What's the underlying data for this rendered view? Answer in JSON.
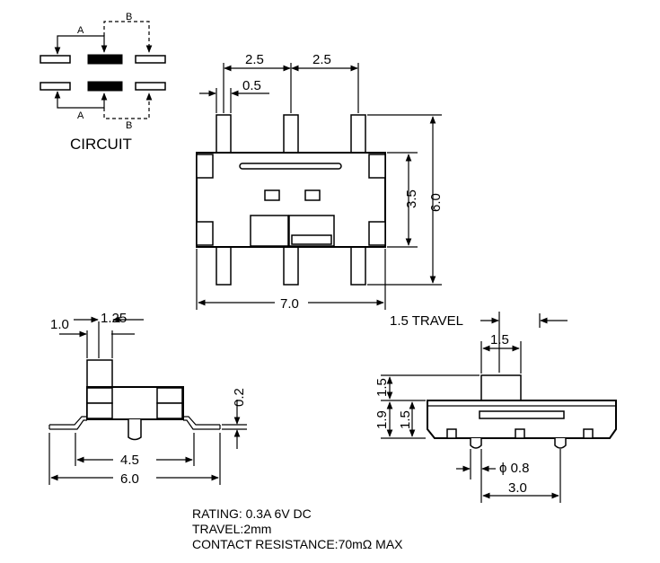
{
  "circuit": {
    "title": "CIRCUIT",
    "label_a_top": "A",
    "label_b_top": "B",
    "label_a_bottom": "A",
    "label_b_bottom": "B"
  },
  "top_view": {
    "dim_pitch_left": "2.5",
    "dim_pitch_right": "2.5",
    "dim_pin_width": "0.5",
    "dim_body_height": "3.5",
    "dim_overall_height": "6.0",
    "dim_body_length": "7.0"
  },
  "side_view": {
    "dim_pin_a": "1.0",
    "dim_pin_b": "1.25",
    "dim_thickness": "0.2",
    "dim_inner_width": "4.5",
    "dim_overall_width": "6.0"
  },
  "front_view": {
    "travel_label": "1.5 TRAVEL",
    "dim_actuator_width": "1.5",
    "dim_actuator_height": "1.5",
    "dim_body_1": "1.5",
    "dim_total": "1.9",
    "dim_hole": "ϕ 0.8",
    "dim_post_spacing": "3.0"
  },
  "specs": {
    "rating": "RATING: 0.3A 6V DC",
    "travel": "TRAVEL:2mm",
    "contact_resistance": "CONTACT RESISTANCE:70mΩ  MAX"
  }
}
